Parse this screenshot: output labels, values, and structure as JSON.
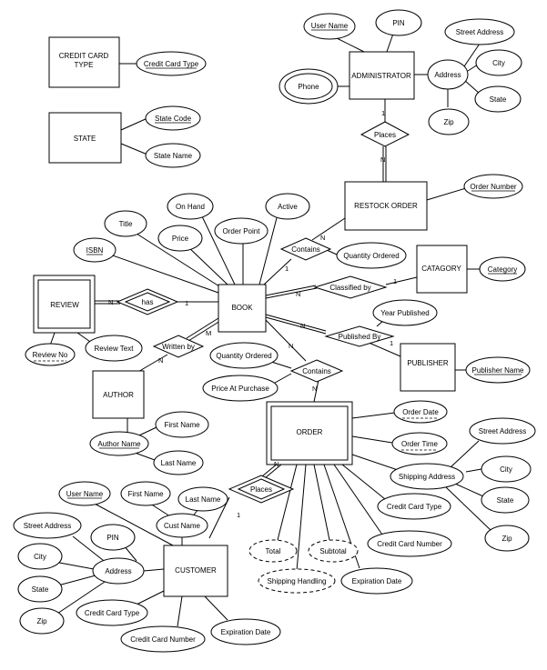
{
  "entities": {
    "credit_card_type": "CREDIT CARD TYPE",
    "state": "STATE",
    "administrator": "ADMINISTRATOR",
    "restock_order": "RESTOCK ORDER",
    "review": "REVIEW",
    "book": "BOOK",
    "catagory": "CATAGORY",
    "publisher": "PUBLISHER",
    "author": "AUTHOR",
    "order": "ORDER",
    "customer": "CUSTOMER"
  },
  "relationships": {
    "places_admin": "Places",
    "contains_restock": "Contains",
    "classified_by": "Classified by",
    "has": "has",
    "published_by": "Published By",
    "written_by": "Written by",
    "contains_order": "Contains",
    "places_customer": "Places"
  },
  "attributes": {
    "credit_card_type_key": "Credit Card Type",
    "state_code": "State Code",
    "state_name": "State Name",
    "admin_user_name": "User Name",
    "admin_pin": "PIN",
    "admin_address": "Address",
    "admin_street_address": "Street Address",
    "admin_city": "City",
    "admin_state": "State",
    "admin_zip": "Zip",
    "admin_phone": "Phone",
    "order_number": "Order Number",
    "quantity_ordered_restock": "Quantity Ordered",
    "on_hand": "On Hand",
    "active": "Active",
    "order_point": "Order Point",
    "title": "Title",
    "price": "Price",
    "isbn": "ISBN",
    "category_key": "Category",
    "year_published": "Year Published",
    "publisher_name": "Publisher Name",
    "review_no": "Review No",
    "review_text": "Review Text",
    "quantity_ordered_order": "Quantity Ordered",
    "price_at_purchase": "Price At Purchase",
    "first_name_author": "First Name",
    "author_name": "Author Name",
    "last_name_author": "Last Name",
    "order_date": "Order Date",
    "order_time": "Order Time",
    "shipping_address": "Shipping Address",
    "ship_street_address": "Street Address",
    "ship_city": "City",
    "ship_state": "State",
    "ship_zip": "Zip",
    "order_credit_card_type": "Credit Card Type",
    "order_credit_card_number": "Credit Card Number",
    "order_expiration_date": "Expiration Date",
    "total": "Total",
    "subtotal": "Subtotal",
    "shipping_handling": "Shipping Handling",
    "cust_user_name": "User Name",
    "cust_first_name": "First Name",
    "cust_last_name": "Last Name",
    "cust_name": "Cust Name",
    "cust_street_address": "Street Address",
    "cust_pin": "PIN",
    "cust_city": "City",
    "cust_address": "Address",
    "cust_state": "State",
    "cust_zip": "Zip",
    "cust_credit_card_type": "Credit Card Type",
    "cust_credit_card_number": "Credit Card Number",
    "cust_expiration_date": "Expiration Date"
  },
  "cardinalities": {
    "one": "1",
    "many": "N",
    "m": "M"
  }
}
